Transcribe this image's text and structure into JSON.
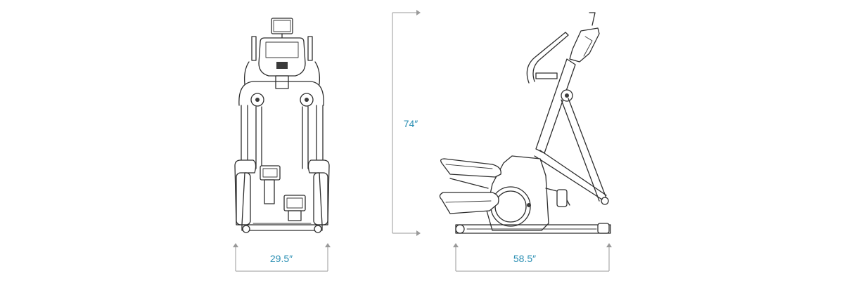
{
  "dimensions": {
    "front_width": "29.5″",
    "height": "74″",
    "side_length": "58.5″"
  },
  "colors": {
    "dimension_text": "#2b8fb3",
    "dimension_line": "#9a9a9a",
    "drawing_ink": "#2e2e2e"
  }
}
